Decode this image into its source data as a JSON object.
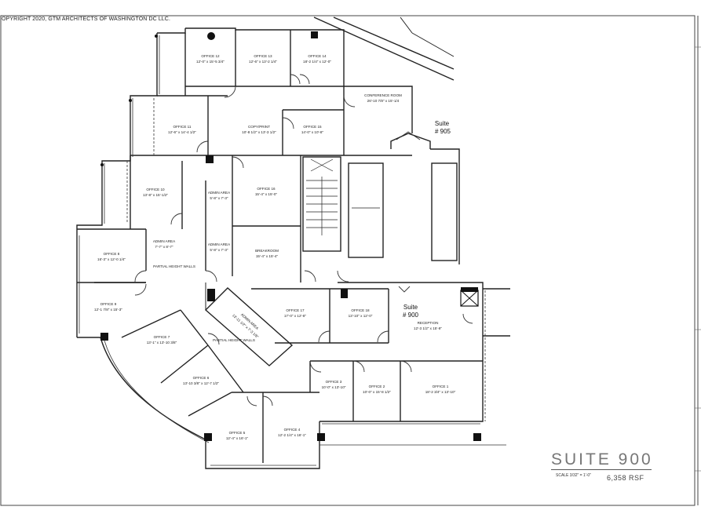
{
  "copyright": "OPYRIGHT 2020, GTM ARCHITECTS OF WASHINGTON DC LLC.",
  "rooms": [
    {
      "key": "office12",
      "name": "OFFICE 12",
      "dim": "12'-0\" x 15'-5 3/4\""
    },
    {
      "key": "office13",
      "name": "OFFICE 13",
      "dim": "12'-6\" x 13'-2 1/4\""
    },
    {
      "key": "office14",
      "name": "OFFICE 14",
      "dim": "18'-2 1/4\" x 12'-0\""
    },
    {
      "key": "conference",
      "name": "CONFERENCE ROOM",
      "dim": "26'-10 7/8\" x 15'-1/4"
    },
    {
      "key": "office11",
      "name": "OFFICE 11",
      "dim": "12'-6\" x 14'-4 1/2\""
    },
    {
      "key": "copyprint",
      "name": "COPY/PRINT",
      "dim": "10'-8 1/2\" x 13'-3 1/2\""
    },
    {
      "key": "office15",
      "name": "OFFICE 15",
      "dim": "14'-0\" x 10'-8\""
    },
    {
      "key": "office10",
      "name": "OFFICE 10",
      "dim": "13'-8\" x 15'-1/2\""
    },
    {
      "key": "adminA",
      "name": "ADMIN AREA",
      "dim": "5'-8\" x 7'-3\""
    },
    {
      "key": "office16",
      "name": "OFFICE 16",
      "dim": "15'-4\" x 15'-0\""
    },
    {
      "key": "adminB",
      "name": "ADMIN AREA",
      "dim": "7'-7\" x 8'-7\""
    },
    {
      "key": "adminC",
      "name": "ADMIN AREA",
      "dim": "5'-8\" x 7'-3\""
    },
    {
      "key": "breakroom",
      "name": "BREAKROOM",
      "dim": "15'-4\" x 15'-4\""
    },
    {
      "key": "office8",
      "name": "OFFICE 8",
      "dim": "16'-3\" x 12'-0 1/4\""
    },
    {
      "key": "office9",
      "name": "OFFICE 9",
      "dim": "12'-1 7/8\" x 15'-3\""
    },
    {
      "key": "office7",
      "name": "OFFICE 7",
      "dim": "13'-1\" x 13'-10 3/8\""
    },
    {
      "key": "office17",
      "name": "OFFICE 17",
      "dim": "17'-0\" x 12'-8\""
    },
    {
      "key": "office18",
      "name": "OFFICE 18",
      "dim": "13'-10\" x 12'-0\""
    },
    {
      "key": "reception",
      "name": "RECEPTION",
      "dim": "12'-3 1/2\" x 15'-9\""
    },
    {
      "key": "office6",
      "name": "OFFICE 6",
      "dim": "13'-10 3/8\" x 12'-7 1/2\""
    },
    {
      "key": "office3",
      "name": "OFFICE 3",
      "dim": "10'-0\" x 13'-10\""
    },
    {
      "key": "office2",
      "name": "OFFICE 2",
      "dim": "10'-0\" x 15'-8 1/2\""
    },
    {
      "key": "office1",
      "name": "OFFICE 1",
      "dim": "18'-2 3/4\" x 13'-10\""
    },
    {
      "key": "office5",
      "name": "OFFICE 5",
      "dim": "12'-4\" x 16'-1\""
    },
    {
      "key": "office4",
      "name": "OFFICE 4",
      "dim": "12'-2 1/4\" x 16'-1\""
    }
  ],
  "partial_walls_1": "PARTIAL HEIGHT WALLS",
  "partial_walls_2": "PARTIAL HEIGHT WALLS",
  "angled_admin_name": "ADMIN AREA",
  "angled_admin_dim": "13'-11 1/2\" x 7'-3 1/8\"",
  "suite_905_word": "Suite",
  "suite_905_num": "# 905",
  "suite_900_word": "Suite",
  "suite_900_num": "# 900",
  "title": "SUITE 900",
  "scale": "SCALE 3/32\" = 1'-0\"",
  "area": "6,358 RSF"
}
